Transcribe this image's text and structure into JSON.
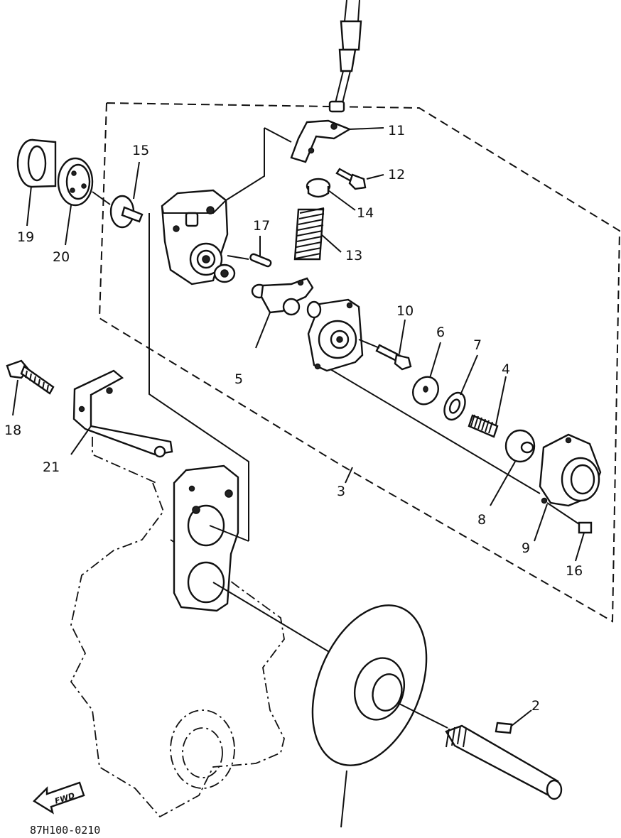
{
  "diagram": {
    "drawing_code": "87H100-0210",
    "fwd_label": "FWD",
    "callouts": {
      "c2": "2",
      "c3": "3",
      "c4": "4",
      "c5": "5",
      "c6": "6",
      "c7": "7",
      "c8": "8",
      "c9": "9",
      "c10": "10",
      "c11": "11",
      "c12": "12",
      "c13": "13",
      "c14": "14",
      "c15": "15",
      "c16": "16",
      "c17": "17",
      "c18": "18",
      "c19": "19",
      "c20": "20",
      "c21": "21"
    }
  }
}
